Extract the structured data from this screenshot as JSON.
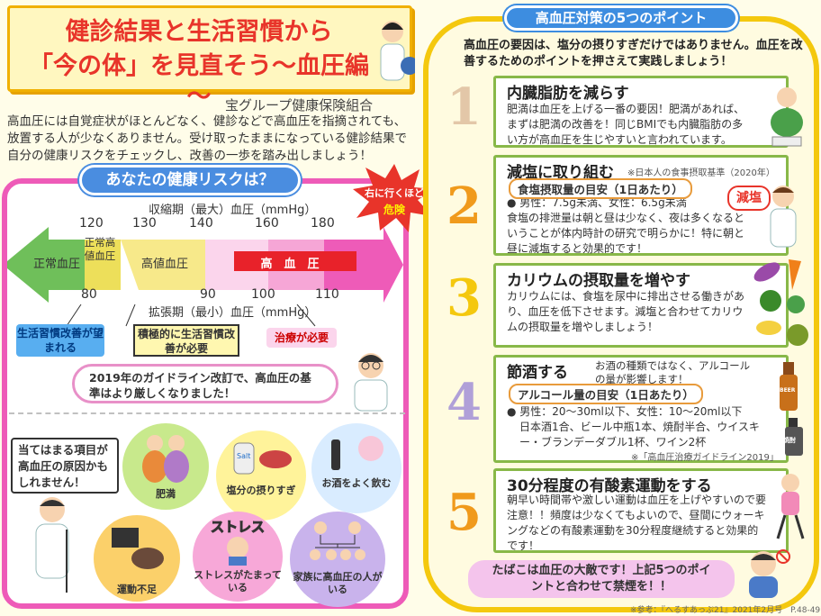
{
  "title": {
    "line1": "健診結果と生活習慣から",
    "line2": "「今の体」を見直そう～血圧編～"
  },
  "org": "宝グループ健康保険組合",
  "intro": "高血圧には自覚症状がほとんどなく、健診などで高血圧を指摘されても、放置する人が少なくありません。受け取ったままになっている健診結果で自分の健康リスクをチェックし、改善の一歩を踏み出しましょう！",
  "risk": {
    "title": "あなたの健康リスクは？",
    "burst_line1": "右に行くほど",
    "burst_line2": "危険",
    "sys_label": "収縮期（最大）血圧（mmHg）",
    "dia_label": "拡張期（最小）血圧（mmHg）",
    "sys_ticks": [
      "120",
      "130",
      "140",
      "160",
      "180"
    ],
    "dia_ticks": [
      "80",
      "90",
      "100",
      "110"
    ],
    "zone_normal": "正常血圧",
    "zone_high_normal": "正常高値血圧",
    "zone_elevated": "高値血圧",
    "zone_hyper": "高　血　圧",
    "note1": "生活習慣改善が望まれる",
    "note2": "積極的に生活習慣改善が必要",
    "note3": "治療が必要",
    "guideline": "2019年のガイドライン改訂で、高血圧の基準はより厳しくなりました！",
    "check_note": "当てはまる項目が高血圧の原因かもしれません！",
    "causes": [
      "肥満",
      "塩分の摂りすぎ",
      "お酒をよく飲む",
      "運動不足",
      "ストレスがたまっている",
      "家族に高血圧の人がいる"
    ],
    "stress_word": "ストレス",
    "salt_word": "Salt"
  },
  "points": {
    "title": "高血圧対策の5つのポイント",
    "intro": "高血圧の要因は、塩分の摂りすぎだけではありません。血圧を改善するためのポイントを押さえて実践しましょう！",
    "p1": {
      "num": "1",
      "head": "内臓脂肪を減らす",
      "body": "肥満は血圧を上げる一番の要因！肥満があれば、まずは肥満の改善を！同じBMIでも内臓脂肪の多い方が高血圧を生じやすいと言われています。"
    },
    "p2": {
      "num": "2",
      "head": "減塩に取り組む",
      "note": "※日本人の食事摂取基準（2020年）",
      "box": "食塩摂取量の目安（1日あたり）",
      "line1": "●  男性：7.5g未満、女性：6.5g未満",
      "body": "食塩の排泄量は朝と昼は少なく、夜は多くなるということが体内時計の研究で明らかに！特に朝と昼に減塩すると効果的です！",
      "bubble": "減塩"
    },
    "p3": {
      "num": "3",
      "head": "カリウムの摂取量を増やす",
      "body": "カリウムには、食塩を尿中に排出させる働きがあり、血圧を低下させます。減塩と合わせてカリウムの摂取量を増やしましょう！"
    },
    "p4": {
      "num": "4",
      "head": "節酒する",
      "side": "お酒の種類ではなく、アルコールの量が影響します！",
      "box": "アルコール量の目安（1日あたり）",
      "line1": "●  男性：20～30ml以下、女性：10～20ml以下",
      "body": "日本酒1合、ビール中瓶1本、焼酎半合、ウイスキー・ブランデーダブル1杯、ワイン2杯",
      "note": "※「高血圧治療ガイドライン2019」",
      "beer": "BEER",
      "shochu": "焼酎"
    },
    "p5": {
      "num": "5",
      "head": "30分程度の有酸素運動をする",
      "body": "朝早い時間帯や激しい運動は血圧を上げやすいので要注意！！頻度は少なくてもよいので、昼間にウォーキングなどの有酸素運動を30分程度継続すると効果的です！"
    },
    "tobacco": "たばこは血圧の大敵です！上記5つのポイントと合わせて禁煙を！！"
  },
  "footer": "※参考：『へるすあっぷ21』2021年2月号　P.48-49",
  "colors": {
    "pink": "#ee5bb8",
    "yellow": "#f4c80e",
    "blue": "#4a8de0",
    "red": "#e8342a",
    "green": "#88b848"
  }
}
